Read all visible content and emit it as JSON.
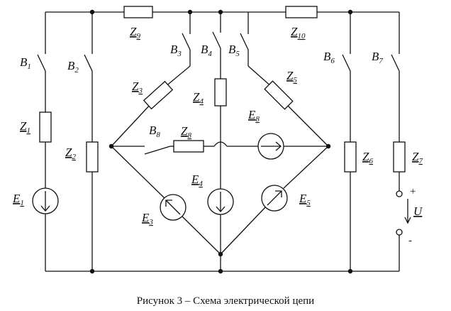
{
  "figure": {
    "caption": "Рисунок 3 – Схема электрической цепи"
  },
  "labels": {
    "Z1": {
      "letter": "Z",
      "index": "1"
    },
    "Z2": {
      "letter": "Z",
      "index": "2"
    },
    "Z3": {
      "letter": "Z",
      "index": "3"
    },
    "Z4": {
      "letter": "Z",
      "index": "4"
    },
    "Z5": {
      "letter": "Z",
      "index": "5"
    },
    "Z6": {
      "letter": "Z",
      "index": "6"
    },
    "Z7": {
      "letter": "Z",
      "index": "7"
    },
    "Z8": {
      "letter": "Z",
      "index": "8"
    },
    "Z9": {
      "letter": "Z",
      "index": "9"
    },
    "Z10": {
      "letter": "Z",
      "index": "10"
    },
    "E1": {
      "letter": "E",
      "index": "1"
    },
    "E3": {
      "letter": "E",
      "index": "3"
    },
    "E4": {
      "letter": "E",
      "index": "4"
    },
    "E5": {
      "letter": "E",
      "index": "5"
    },
    "E8": {
      "letter": "E",
      "index": "8"
    },
    "B1": {
      "letter": "B",
      "index": "1"
    },
    "B2": {
      "letter": "B",
      "index": "2"
    },
    "B3": {
      "letter": "B",
      "index": "3"
    },
    "B4": {
      "letter": "B",
      "index": "4"
    },
    "B5": {
      "letter": "B",
      "index": "5"
    },
    "B6": {
      "letter": "B",
      "index": "6"
    },
    "B7": {
      "letter": "B",
      "index": "7"
    },
    "B8": {
      "letter": "B",
      "index": "8"
    },
    "U": {
      "letter": "U",
      "index": ""
    }
  },
  "terminals": {
    "plus": "+",
    "minus": "-"
  }
}
